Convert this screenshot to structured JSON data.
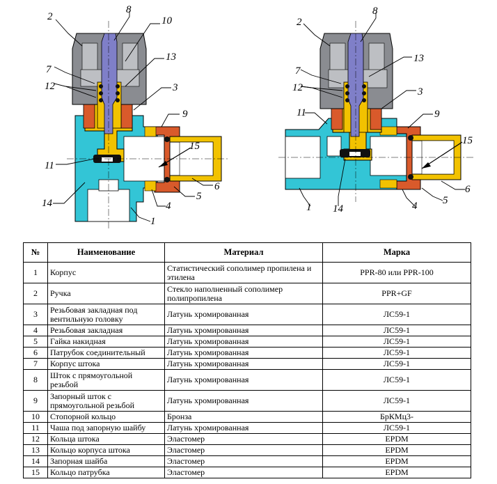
{
  "diagrams": {
    "left_callouts": [
      "8",
      "2",
      "10",
      "13",
      "7",
      "12",
      "3",
      "9",
      "15",
      "11",
      "6",
      "14",
      "4",
      "5",
      "1"
    ],
    "right_callouts": [
      "8",
      "2",
      "13",
      "7",
      "12",
      "3",
      "11",
      "9",
      "15",
      "6",
      "1",
      "14",
      "4",
      "5"
    ]
  },
  "colors": {
    "body": "#33c5d6",
    "handle": "#8a8c91",
    "handle_light": "#bdbfc3",
    "brass": "#f2c200",
    "copper": "#d95a2b",
    "stem": "#7f7fc8",
    "seal": "#111111",
    "pipe": "#ffffff"
  },
  "table": {
    "headers": [
      "№",
      "Наименование",
      "Материал",
      "Марка"
    ],
    "rows": [
      {
        "no": "1",
        "name": "Корпус",
        "material": "Статистический сополимер пропилена и этилена",
        "grade": "PPR-80 или PPR-100"
      },
      {
        "no": "2",
        "name": "Ручка",
        "material": "Стекло наполненный сополимер полипропилена",
        "grade": "PPR+GF"
      },
      {
        "no": "3",
        "name": "Резьбовая закладная под вентильную головку",
        "material": "Латунь хромированная",
        "grade": "ЛС59-1"
      },
      {
        "no": "4",
        "name": "Резьбовая закладная",
        "material": "Латунь хромированная",
        "grade": "ЛС59-1"
      },
      {
        "no": "5",
        "name": "Гайка накидная",
        "material": "Латунь хромированная",
        "grade": "ЛС59-1"
      },
      {
        "no": "6",
        "name": "Патрубок соединительный",
        "material": "Латунь хромированная",
        "grade": "ЛС59-1"
      },
      {
        "no": "7",
        "name": "Корпус штока",
        "material": "Латунь хромированная",
        "grade": "ЛС59-1"
      },
      {
        "no": "8",
        "name": "Шток с прямоугольной резьбой",
        "material": "Латунь хромированная",
        "grade": "ЛС59-1"
      },
      {
        "no": "9",
        "name": "Запорный шток с прямоугольной резьбой",
        "material": "Латунь хромированная",
        "grade": "ЛС59-1"
      },
      {
        "no": "10",
        "name": "Стопорной кольцо",
        "material": "Бронза",
        "grade": "БрКМц3-"
      },
      {
        "no": "11",
        "name": "Чаша под запорную шайбу",
        "material": "Латунь хромированная",
        "grade": "ЛС59-1"
      },
      {
        "no": "12",
        "name": "Кольца штока",
        "material": "Эластомер",
        "grade": "EPDM"
      },
      {
        "no": "13",
        "name": "Кольцо корпуса штока",
        "material": "Эластомер",
        "grade": "EPDM"
      },
      {
        "no": "14",
        "name": "Запорная шайба",
        "material": "Эластомер",
        "grade": "EPDM"
      },
      {
        "no": "15",
        "name": "Кольцо патрубка",
        "material": "Эластомер",
        "grade": "EPDM"
      }
    ]
  }
}
